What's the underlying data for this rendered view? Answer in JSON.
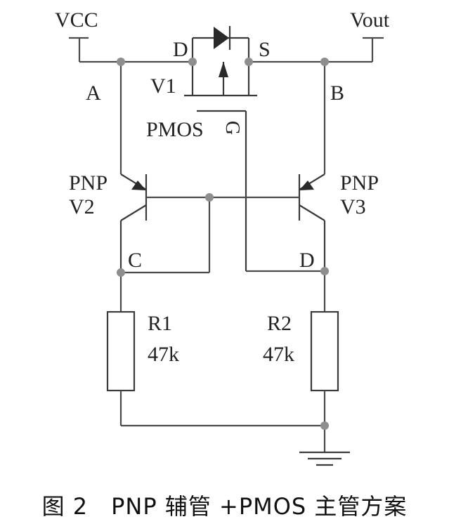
{
  "labels": {
    "vcc": "VCC",
    "vout": "Vout",
    "node_a": "A",
    "node_b": "B",
    "node_c": "C",
    "node_d": "D",
    "drain": "D",
    "source": "S",
    "gate": "G",
    "mos_ref": "V1",
    "mos_type": "PMOS",
    "q2_type": "PNP",
    "q2_ref": "V2",
    "q3_type": "PNP",
    "q3_ref": "V3",
    "r1_ref": "R1",
    "r1_value": "47k",
    "r2_ref": "R2",
    "r2_value": "47k"
  },
  "caption": "图 2　PNP 辅管 +PMOS 主管方案"
}
